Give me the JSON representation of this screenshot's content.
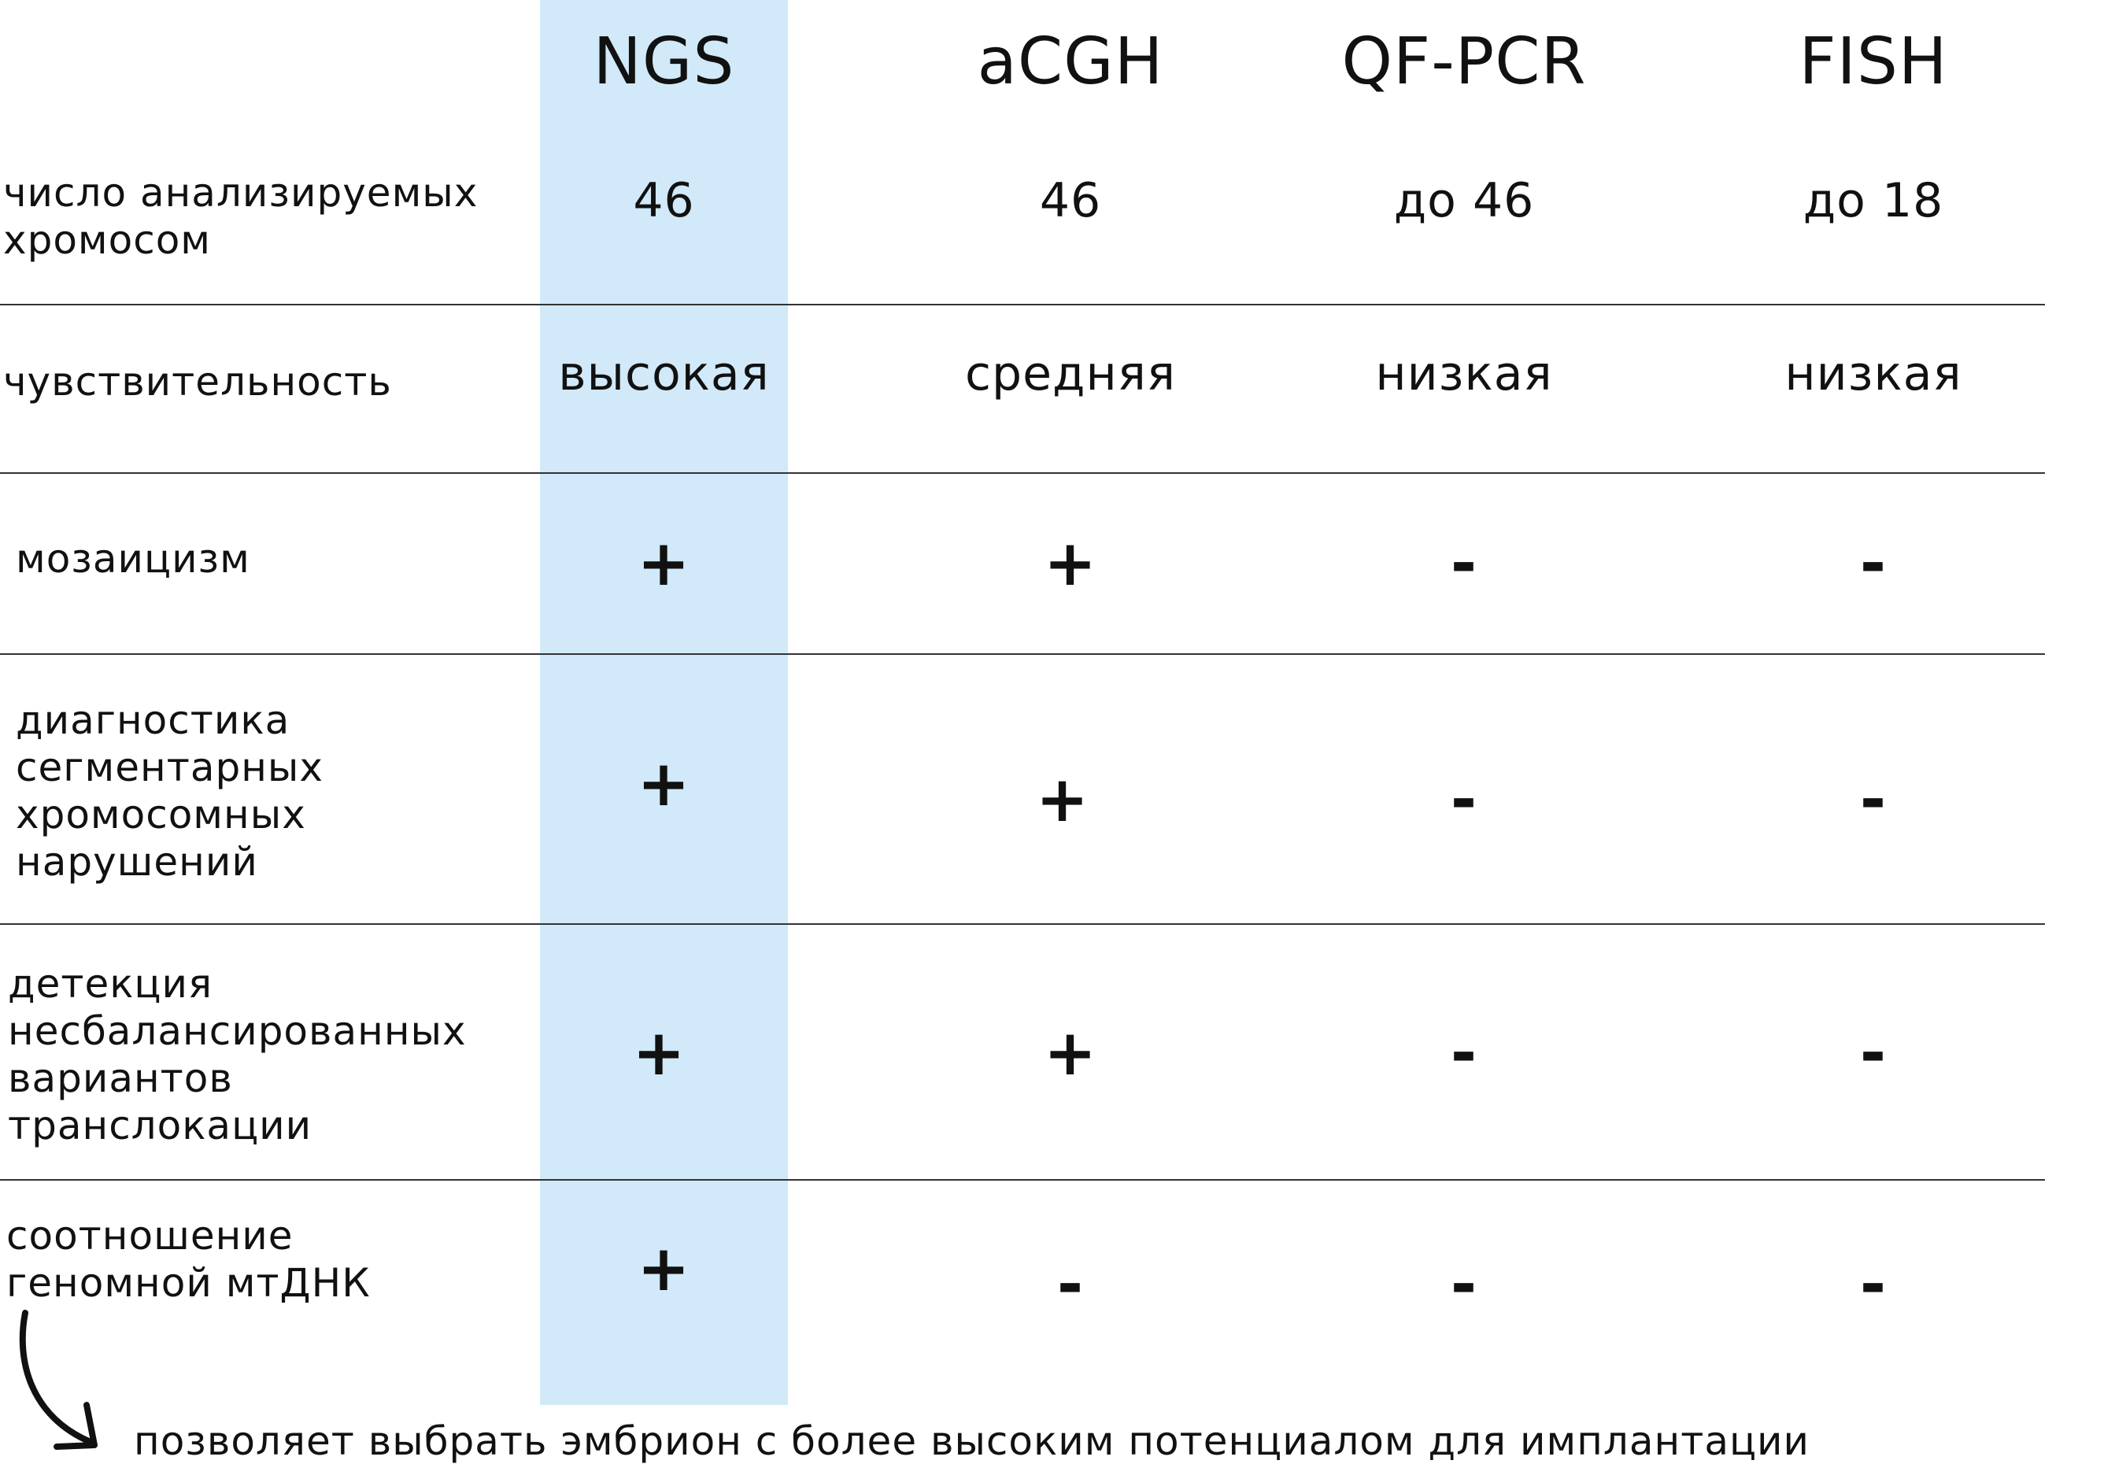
{
  "columns": [
    "NGS",
    "aCGH",
    "QF-PCR",
    "FISH"
  ],
  "highlight_color": "#d1e9f8",
  "rows": [
    {
      "label_lines": [
        "число анализируемых",
        "хромосом"
      ],
      "values": [
        "46",
        "46",
        "до 46",
        "до 18"
      ]
    },
    {
      "label_lines": [
        "чувствительность"
      ],
      "values": [
        "высокая",
        "средняя",
        "низкая",
        "низкая"
      ]
    },
    {
      "label_lines": [
        "мозаицизм"
      ],
      "values": [
        "+",
        "+",
        "-",
        "-"
      ]
    },
    {
      "label_lines": [
        "диагностика",
        "сегментарных",
        "хромосомных",
        "нарушений"
      ],
      "values": [
        "+",
        "+",
        "-",
        "-"
      ]
    },
    {
      "label_lines": [
        "детекция",
        "несбалансированных",
        "вариантов",
        "транслокации"
      ],
      "values": [
        "+",
        "+",
        "-",
        "-"
      ]
    },
    {
      "label_lines": [
        "соотношение",
        "геномной мтДНК"
      ],
      "values": [
        "+",
        "-",
        "-",
        "-"
      ]
    }
  ],
  "footnote": "позволяет выбрать эмбрион с более высоким потенциалом для имплантации",
  "arrow_icon": "curved-arrow-icon"
}
